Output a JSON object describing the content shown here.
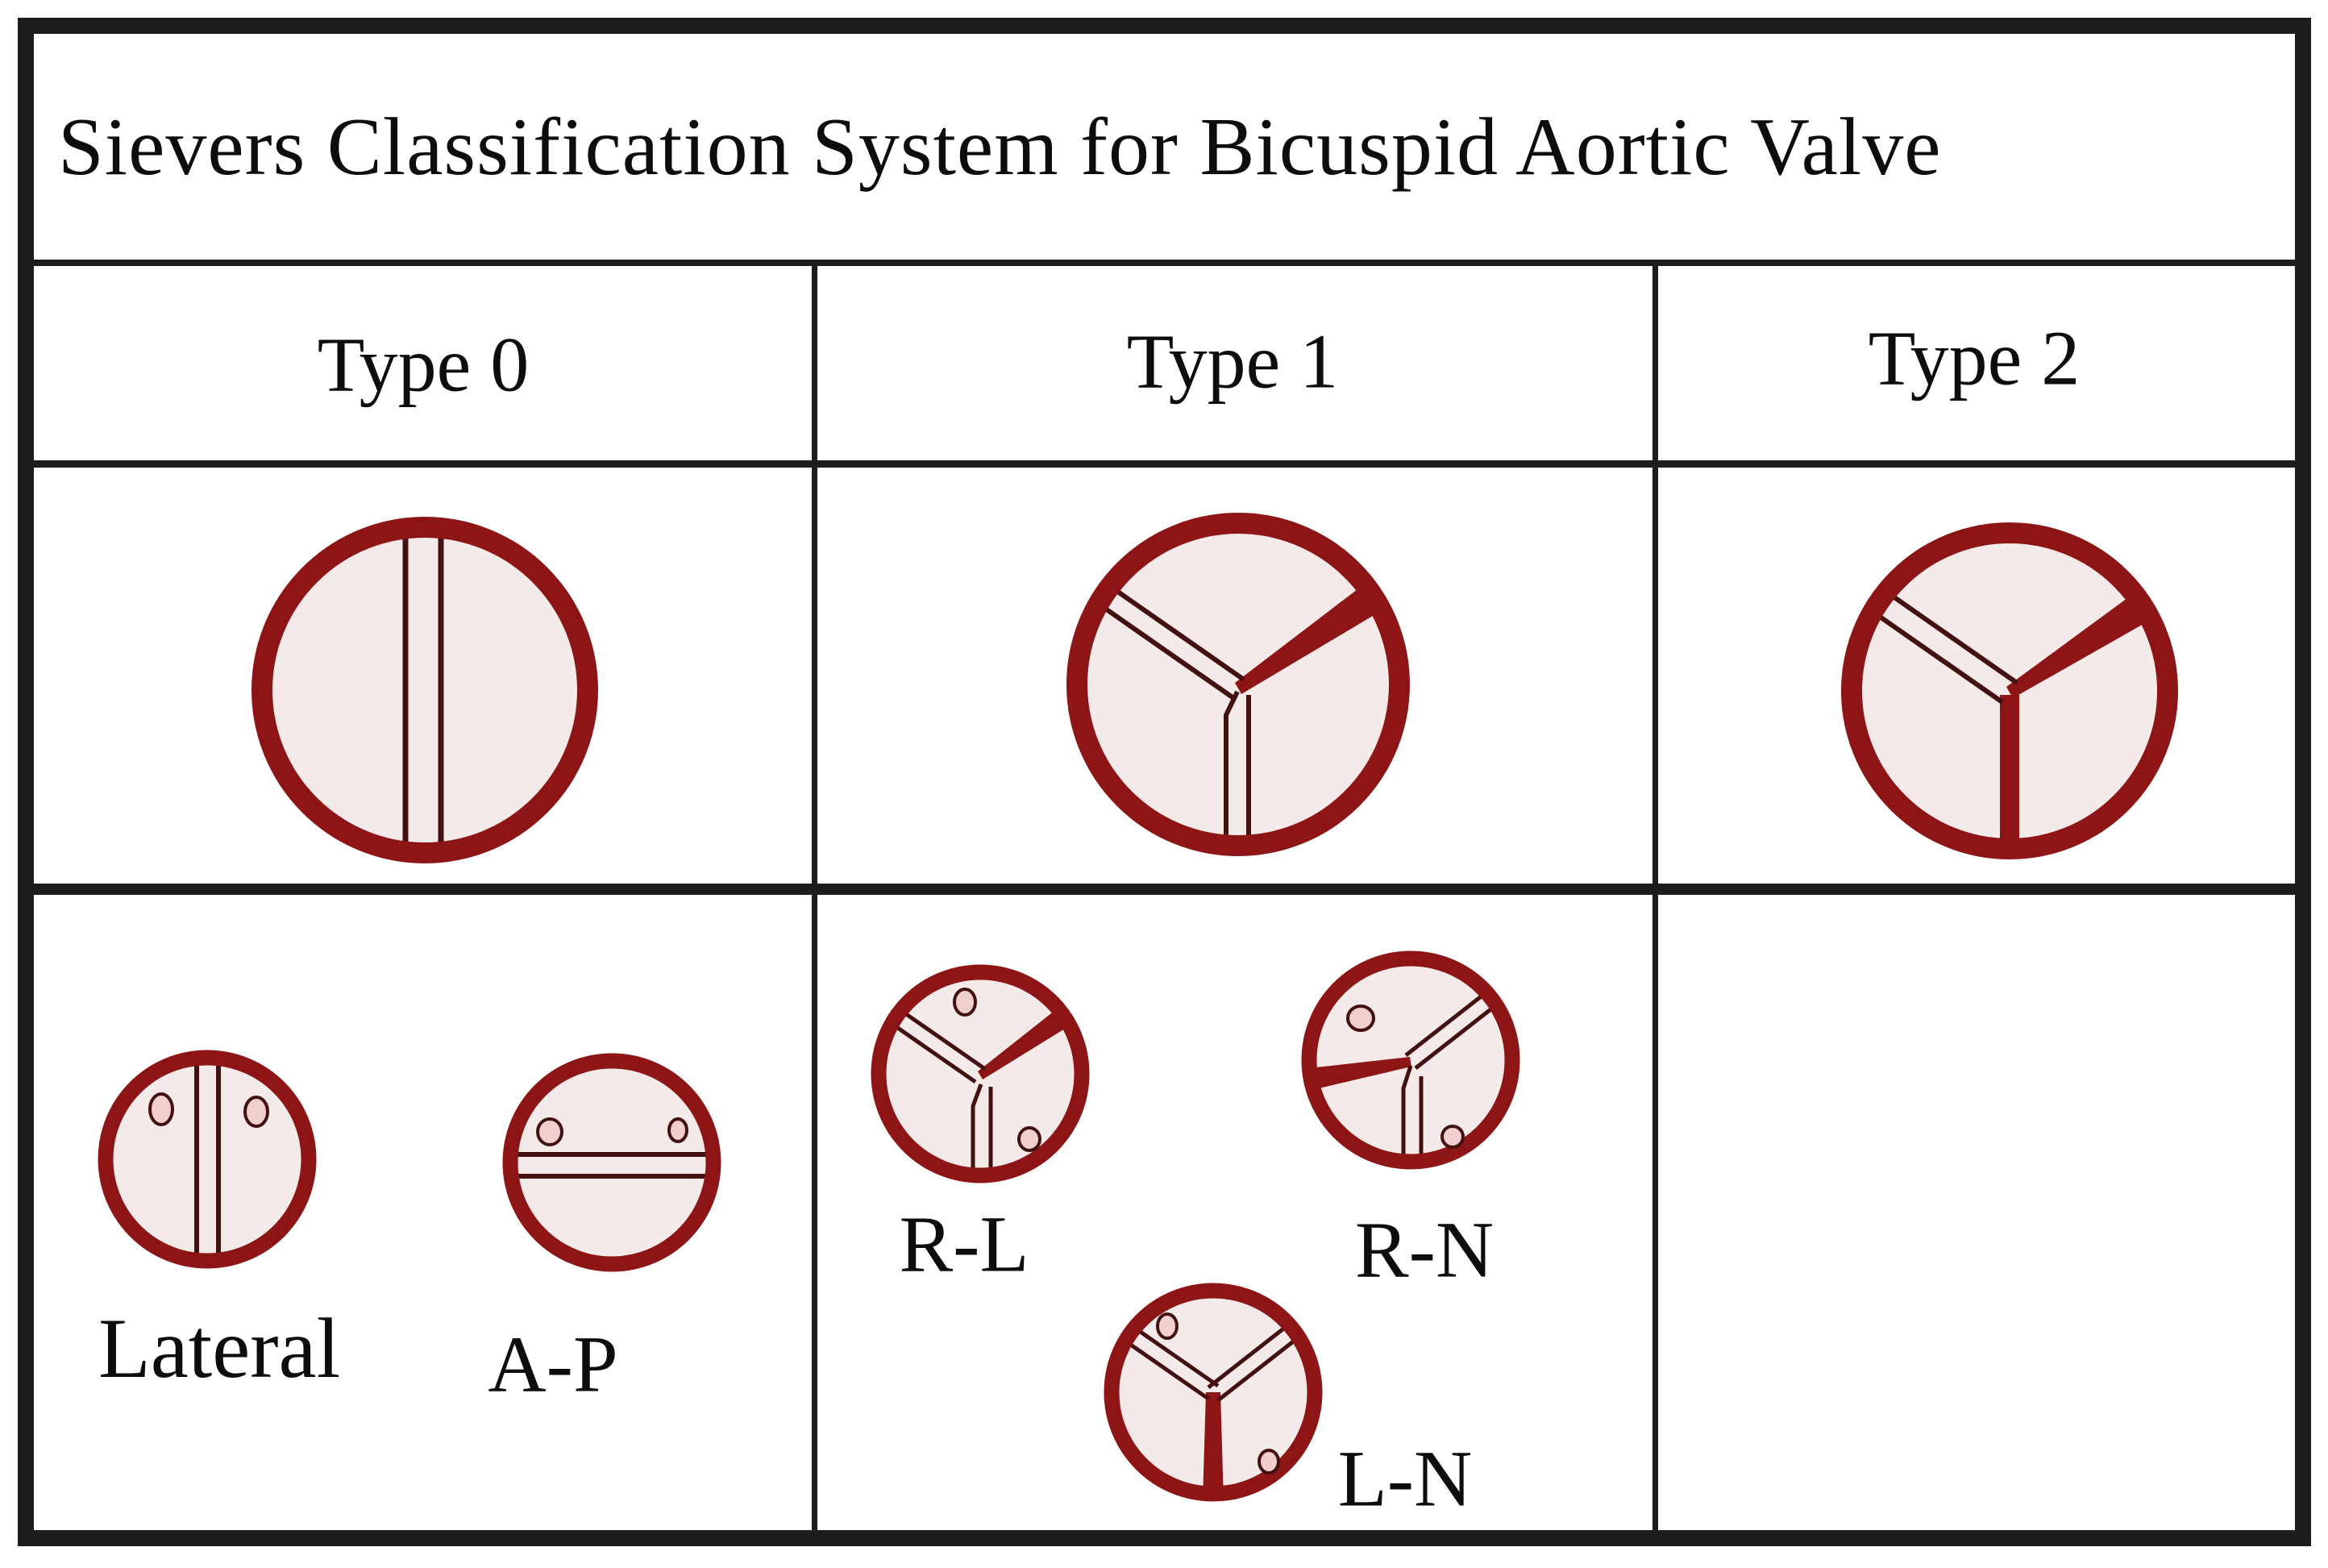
{
  "title": "Sievers Classification System for Bicuspid Aortic Valve",
  "columns": [
    {
      "label": "Type 0",
      "variants": [
        {
          "label": "Lateral"
        },
        {
          "label": "A-P"
        }
      ]
    },
    {
      "label": "Type 1",
      "variants": [
        {
          "label": "R-L"
        },
        {
          "label": "R-N"
        },
        {
          "label": "L-N"
        }
      ]
    },
    {
      "label": "Type 2",
      "variants": []
    }
  ],
  "icons": [
    "type0-valve-diagram",
    "type1-valve-diagram",
    "type2-valve-diagram",
    "type0-lateral-valve-diagram",
    "type0-ap-valve-diagram",
    "type1-rl-valve-diagram",
    "type1-rn-valve-diagram",
    "type1-ln-valve-diagram"
  ],
  "colors": {
    "ring_red": "#8e1515",
    "cusp_fill": "#f4eaea",
    "commissure_line": "#441111",
    "ostium_dot_fill": "#f1cfcf",
    "table_border": "#1d1d1d"
  }
}
